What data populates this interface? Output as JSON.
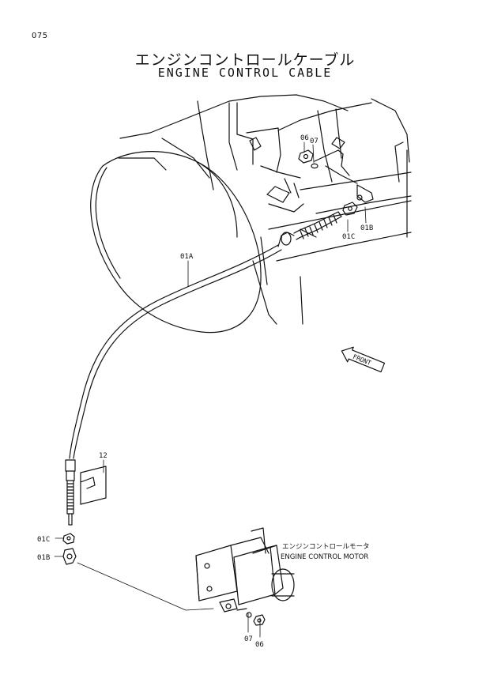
{
  "page_number": "075",
  "title_jp": "エンジンコントロールケーブル",
  "title_en": "ENGINE CONTROL CABLE",
  "front_label": "FRONT",
  "motor": {
    "label_jp": "エンジンコントロールモータ",
    "label_en": "ENGINE CONTROL MOTOR"
  },
  "callouts": {
    "c06_top": "06",
    "c07_top": "07",
    "c01A": "01A",
    "c01B_top": "01B",
    "c01C_top": "01C",
    "c12": "12",
    "c01C_bottom": "01C",
    "c01B_bottom": "01B",
    "c07_bottom": "07",
    "c06_bottom": "06"
  }
}
